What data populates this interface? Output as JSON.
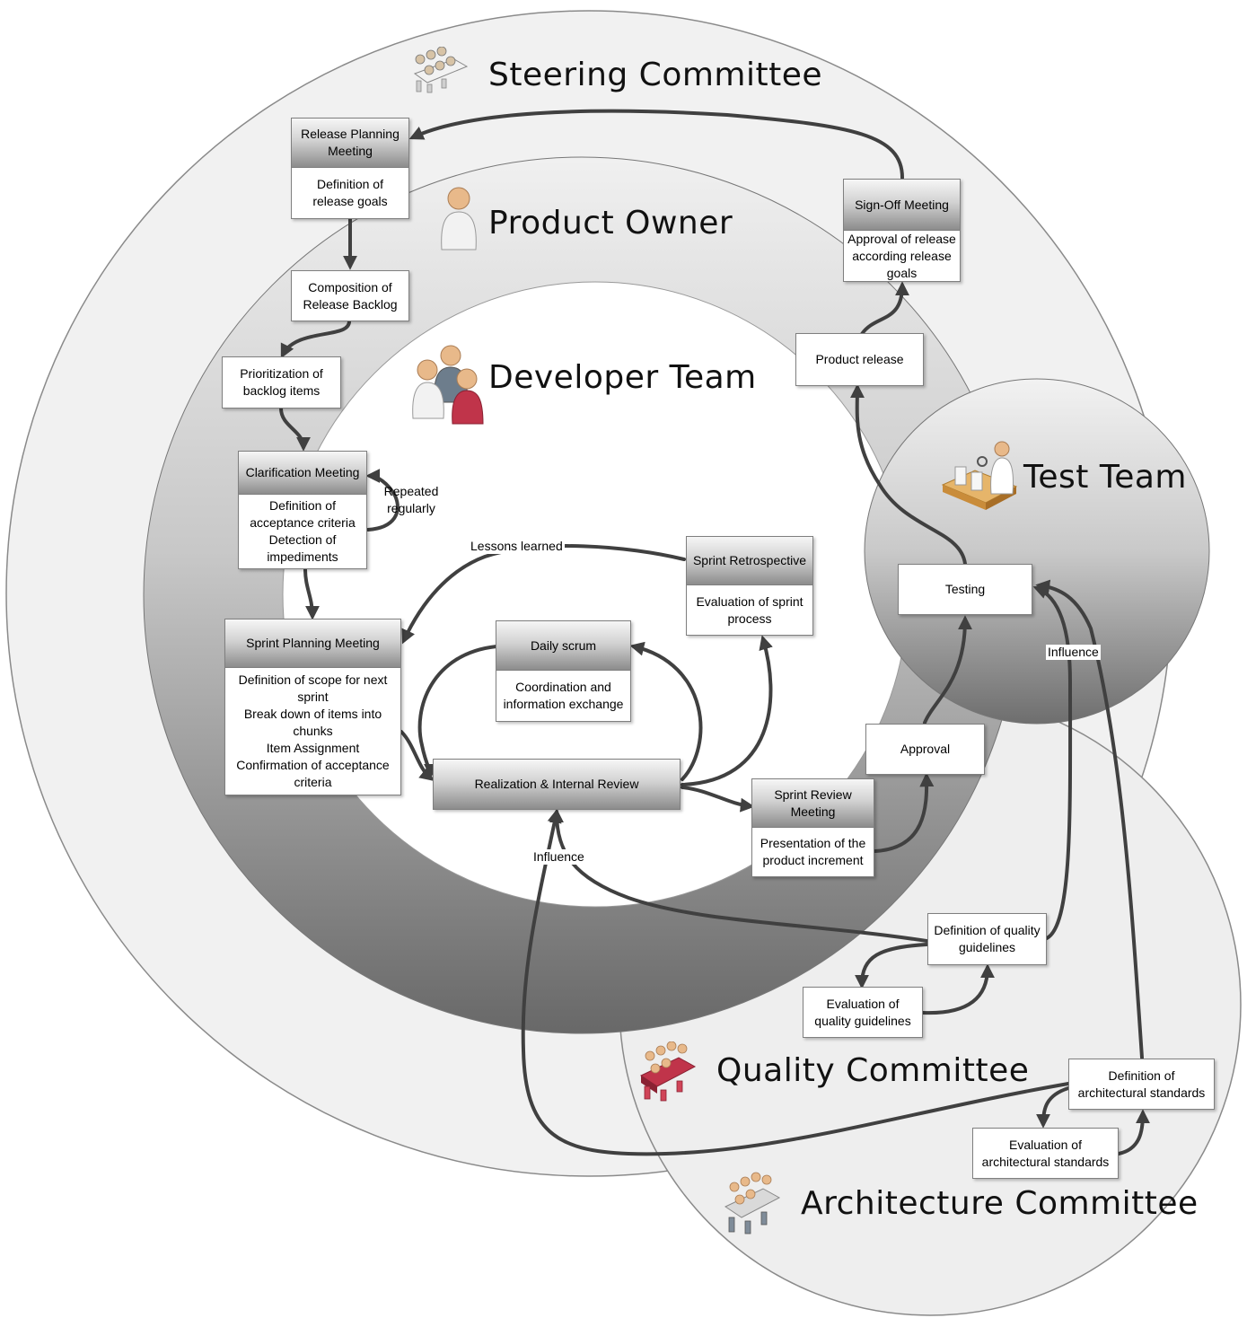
{
  "circles": {
    "steering": "Steering Committee",
    "product_owner": "Product Owner",
    "developer": "Developer Team",
    "test": "Test Team",
    "quality": "Quality Committee",
    "architecture": "Architecture Committee"
  },
  "icons": {
    "steering": "meeting-table-icon",
    "product_owner": "person-icon",
    "developer": "team-people-icon",
    "test": "tester-conveyor-icon",
    "quality": "meeting-table-red-icon",
    "architecture": "meeting-table-icon"
  },
  "boxes": {
    "release_planning": {
      "title": "Release Planning Meeting",
      "body": "Definition of release goals"
    },
    "composition": "Composition of Release Backlog",
    "prioritization": "Prioritization  of backlog items",
    "clarification": {
      "title": "Clarification Meeting",
      "body": [
        "Definition of acceptance criteria",
        "Detection of impediments"
      ]
    },
    "sprint_planning": {
      "title": "Sprint Planning Meeting",
      "body": [
        "Definition of scope for next sprint",
        "Break down of items into chunks",
        "Item Assignment",
        "Confirmation of acceptance criteria"
      ]
    },
    "daily_scrum": {
      "title": "Daily scrum",
      "body": "Coordination and information exchange"
    },
    "retrospective": {
      "title": "Sprint Retrospective",
      "body": "Evaluation of sprint process"
    },
    "realization": "Realization & Internal Review",
    "sprint_review": {
      "title": "Sprint Review Meeting",
      "body": "Presentation of the product increment"
    },
    "approval": "Approval",
    "testing": "Testing",
    "product_release": "Product release",
    "signoff": {
      "title": "Sign-Off Meeting",
      "body": "Approval of release according release goals"
    },
    "def_quality": "Definition of quality guidelines",
    "eval_quality": "Evaluation of quality guidelines",
    "def_arch": "Definition of architectural standards",
    "eval_arch": "Evaluation of architectural standards"
  },
  "labels": {
    "repeated": "Repeated regularly",
    "lessons": "Lessons learned",
    "influence_dev": "Influence",
    "influence_test": "Influence"
  },
  "colors": {
    "circle_outer_fill": "#f1f1f1",
    "ring_dark": "#6b6b6b",
    "ring_light": "#eeeeee",
    "developer_fill": "#ffffff",
    "arrow": "#404040",
    "box_border": "#7f7f7f",
    "icon_red": "#c0344a"
  }
}
